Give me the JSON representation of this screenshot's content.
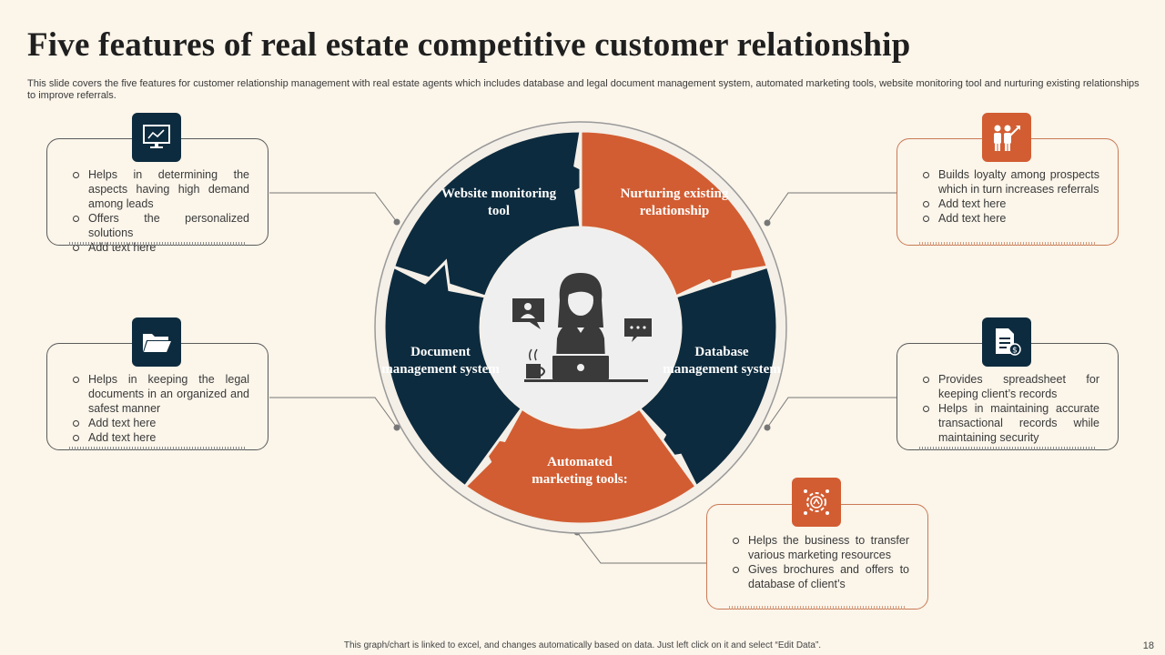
{
  "title": "Five features of real estate competitive customer relationship",
  "subtitle": "This slide covers the five features for customer relationship management with real estate agents which includes database and legal document management system, automated marketing tools, website monitoring tool and nurturing existing relationships to improve referrals.",
  "segments": {
    "website": "Website monitoring tool",
    "nurturing": "Nurturing existing relationship",
    "database": "Database management system",
    "automated": "Automated marketing tools:",
    "document": "Document management system"
  },
  "cards": {
    "website": [
      "Helps in determining the aspects having high demand among leads",
      "Offers the personalized solutions",
      "Add text here"
    ],
    "document": [
      "Helps in keeping the legal documents in an organized and safest manner",
      "Add text here",
      "Add text here"
    ],
    "nurturing": [
      "Builds loyalty among prospects which in turn increases referrals",
      "Add text here",
      "Add text here"
    ],
    "database": [
      "Provides spreadsheet for keeping client’s records",
      "Helps in maintaining accurate transactional records while maintaining security"
    ],
    "automated": [
      "Helps the business to transfer various marketing resources",
      "Gives brochures and offers to database of client’s"
    ]
  },
  "icons": {
    "website": "monitor-analytics-icon",
    "document": "folder-icon",
    "nurturing": "people-growth-icon",
    "database": "spreadsheet-dollar-icon",
    "automated": "marketing-gear-icon",
    "center": "customer-support-agent-icon"
  },
  "colors": {
    "navy": "#0d2b3e",
    "orange": "#d25d32",
    "background": "#fbf5ea"
  },
  "footer": "This graph/chart is linked to excel, and changes automatically based on data. Just left click on it and select “Edit Data”.",
  "page_number": "18"
}
